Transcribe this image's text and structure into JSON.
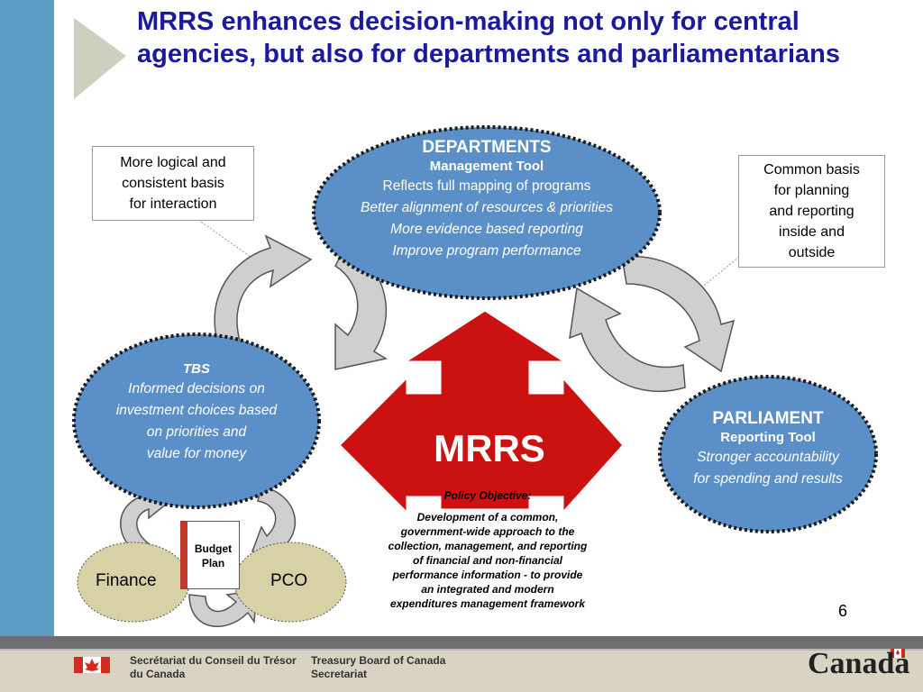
{
  "title": "MRRS enhances decision-making not only for central agencies, but also for departments and parliamentarians",
  "departments": {
    "heading": "DEPARTMENTS",
    "subheading": "Management Tool",
    "lines": [
      "Reflects full mapping of programs",
      "Better alignment of resources &  priorities",
      "More evidence based reporting",
      "Improve program performance"
    ]
  },
  "tbs": {
    "heading": "TBS",
    "lines": [
      "Informed decisions on",
      "investment choices based",
      "on priorities and",
      "value for money"
    ]
  },
  "parliament": {
    "heading": "PARLIAMENT",
    "subheading": "Reporting Tool",
    "lines": [
      "Stronger accountability",
      "for spending and results"
    ]
  },
  "note_left": [
    "More logical and",
    "consistent basis",
    "for interaction"
  ],
  "note_right": [
    "Common basis",
    "for planning",
    "and reporting",
    "inside and",
    "outside"
  ],
  "center_label": "MRRS",
  "policy": {
    "title": "Policy Objective:",
    "lines": [
      "Development of a common,",
      "government-wide approach to the",
      "collection, management, and reporting",
      "of financial and non-financial",
      "performance information -  to provide",
      "an integrated and modern",
      "expenditures management framework"
    ]
  },
  "finance_label": "Finance",
  "pco_label": "PCO",
  "budget_plan": [
    "Budget",
    "Plan"
  ],
  "page_number": "6",
  "footer": {
    "fr": [
      "Secrétariat du Conseil du Trésor",
      "du Canada"
    ],
    "en": [
      "Treasury Board of Canada",
      "Secretariat"
    ],
    "wordmark": "Canada"
  },
  "colors": {
    "title": "#1a1a9c",
    "ellipse_fill": "#5b8fc8",
    "arrow_red": "#cc1111",
    "circle_fill": "#d6d2a6",
    "sidebar": "#5a9cc4"
  }
}
